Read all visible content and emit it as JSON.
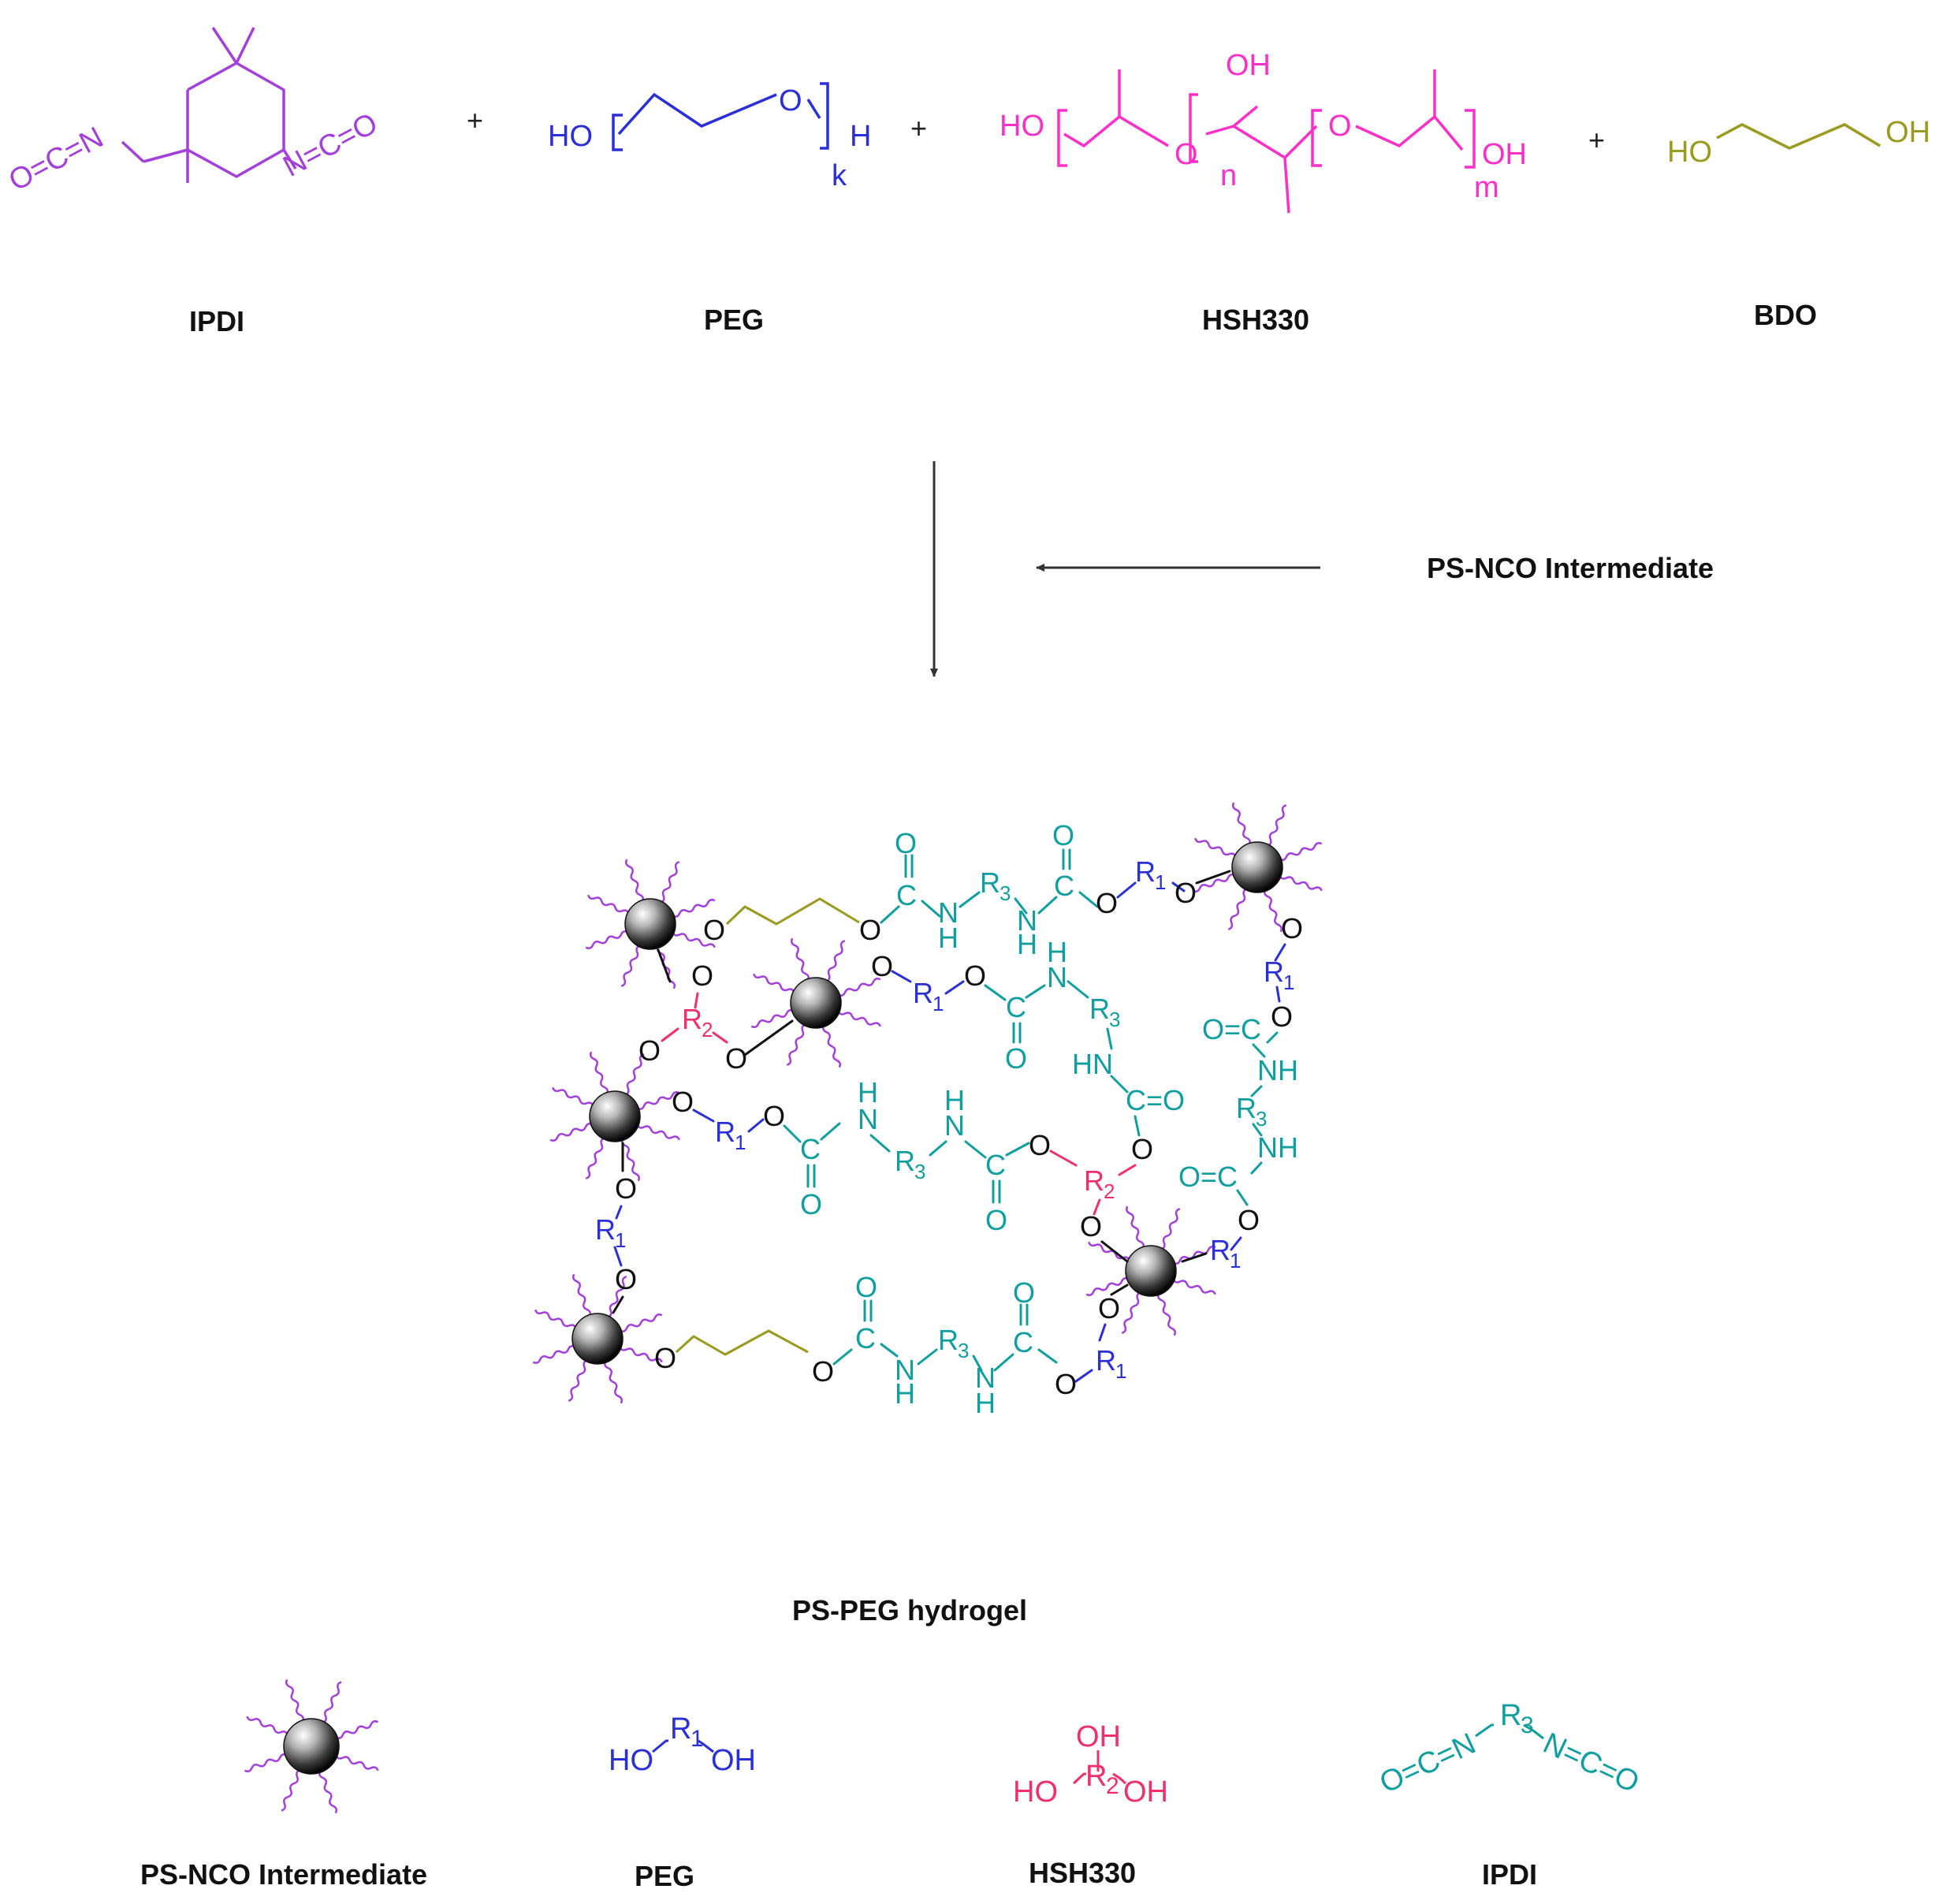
{
  "colors": {
    "ipdi": "#a340d9",
    "peg": "#2b2fd6",
    "hsh": "#ff2fc8",
    "bdo": "#9a9a20",
    "network": "#119e9e",
    "r2": "#f0306a",
    "oxygen": "#111111",
    "arrow": "#333333"
  },
  "reactants": {
    "plus": "+",
    "ipdi": {
      "label": "IPDI",
      "ocn_left": "O=C=N",
      "nco_right": "N=C=O"
    },
    "peg": {
      "label": "PEG",
      "ho": "HO",
      "o": "O",
      "h": "H",
      "k": "k"
    },
    "hsh330": {
      "label": "HSH330",
      "ho": "HO",
      "oh_top": "OH",
      "o1": "O",
      "o2": "O",
      "oh_end": "OH",
      "n": "n",
      "m": "m"
    },
    "bdo": {
      "label": "BDO",
      "ho": "HO",
      "oh": "OH"
    }
  },
  "arrow_label": "PS-NCO Intermediate",
  "product_label": "PS-PEG hydrogel",
  "network": {
    "O": "O",
    "C": "C",
    "N": "N",
    "H": "H",
    "NH": "NH",
    "HN": "HN",
    "O=C": "O=C",
    "C=O": "C=O",
    "R": "R",
    "sub1": "1",
    "sub2": "2",
    "sub3": "3"
  },
  "legend": {
    "ps_nco": {
      "label": "PS-NCO Intermediate"
    },
    "peg": {
      "label": "PEG",
      "ho": "HO",
      "oh": "OH",
      "r": "R",
      "sub": "1"
    },
    "hsh330": {
      "label": "HSH330",
      "ho": "HO",
      "oh_top": "OH",
      "oh": "OH",
      "r": "R",
      "sub": "2"
    },
    "ipdi": {
      "label": "IPDI",
      "ocn": "O=C=N",
      "nco": "N=C=O",
      "r": "R",
      "sub": "3"
    }
  }
}
